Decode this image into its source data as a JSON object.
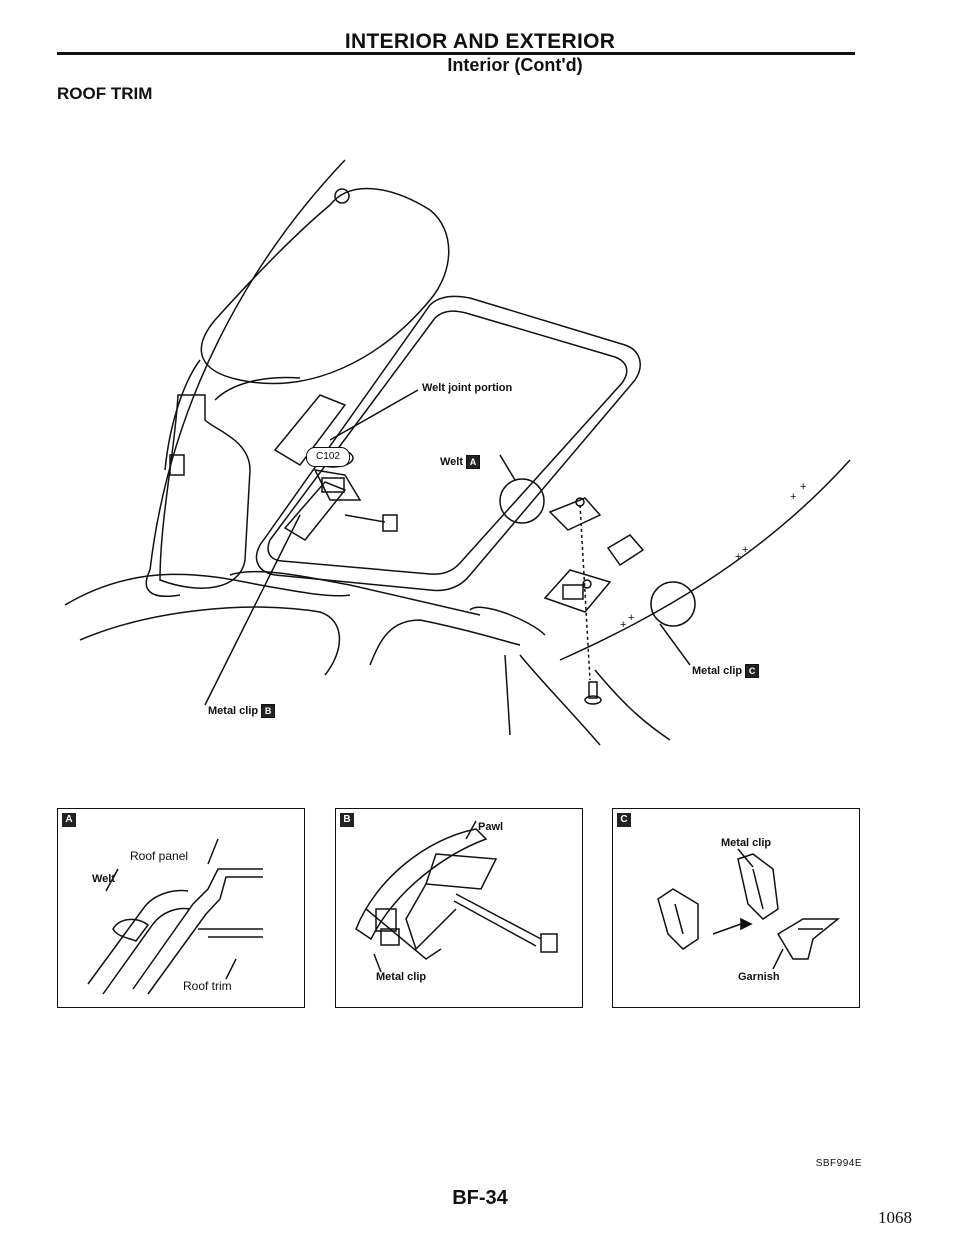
{
  "header": {
    "title": "INTERIOR AND EXTERIOR",
    "subtitle": "Interior (Cont'd)"
  },
  "section_title": "ROOF TRIM",
  "main_figure": {
    "callouts": {
      "welt_joint": "Welt joint portion",
      "welt": "Welt",
      "welt_tag": "A",
      "connector_code": "C102",
      "metal_clip_b": "Metal clip",
      "metal_clip_b_tag": "B",
      "metal_clip_c": "Metal clip",
      "metal_clip_c_tag": "C"
    }
  },
  "detail_a": {
    "tag": "A",
    "roof_panel": "Roof panel",
    "welt": "Welt",
    "roof_trim": "Roof trim"
  },
  "detail_b": {
    "tag": "B",
    "pawl": "Pawl",
    "metal_clip": "Metal clip"
  },
  "detail_c": {
    "tag": "C",
    "metal_clip": "Metal clip",
    "garnish": "Garnish"
  },
  "figure_code": "SBF994E",
  "page_code": "BF-34",
  "page_number": "1068"
}
